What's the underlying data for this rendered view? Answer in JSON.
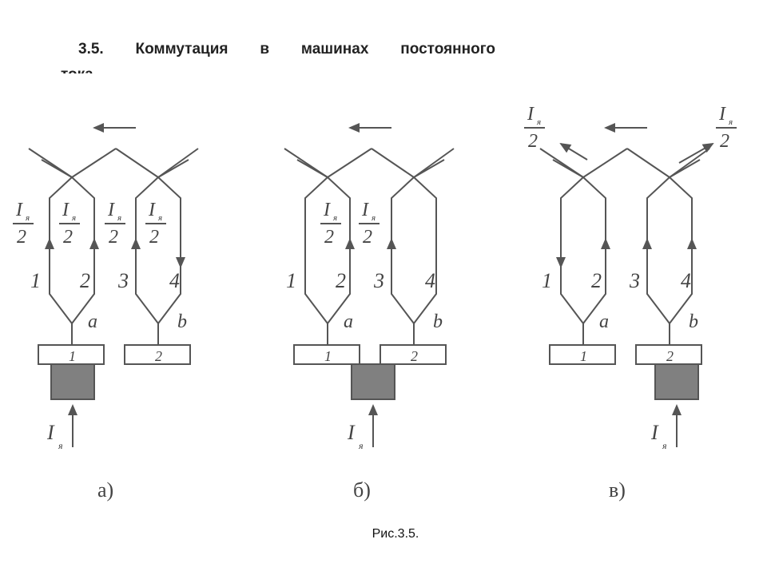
{
  "title": {
    "line1": "3.5.  Коммутация  в  машинах  постоянного",
    "line2": "тока"
  },
  "caption": "Рис.3.5.",
  "diagrams": [
    {
      "id": "a",
      "label": "а)",
      "fraction_num": "I",
      "fraction_sub": "я",
      "fraction_den": "2",
      "coil_numbers": [
        "1",
        "2",
        "3",
        "4"
      ],
      "node_labels": [
        "a",
        "b"
      ],
      "segment_labels": [
        "1",
        "2"
      ],
      "input_current": "I",
      "input_current_sub": "я"
    },
    {
      "id": "b",
      "label": "б)",
      "fraction_num": "I",
      "fraction_sub": "я",
      "fraction_den": "2",
      "coil_numbers": [
        "1",
        "2",
        "3",
        "4"
      ],
      "node_labels": [
        "a",
        "b"
      ],
      "segment_labels": [
        "1",
        "2"
      ],
      "input_current": "I",
      "input_current_sub": "я"
    },
    {
      "id": "v",
      "label": "в)",
      "fraction_num": "I",
      "fraction_sub": "я",
      "fraction_den": "2",
      "coil_numbers": [
        "1",
        "2",
        "3",
        "4"
      ],
      "node_labels": [
        "a",
        "b"
      ],
      "segment_labels": [
        "1",
        "2"
      ],
      "input_current": "I",
      "input_current_sub": "я"
    }
  ],
  "colors": {
    "line": "#555555",
    "brush": "#808080",
    "text": "#444444"
  }
}
